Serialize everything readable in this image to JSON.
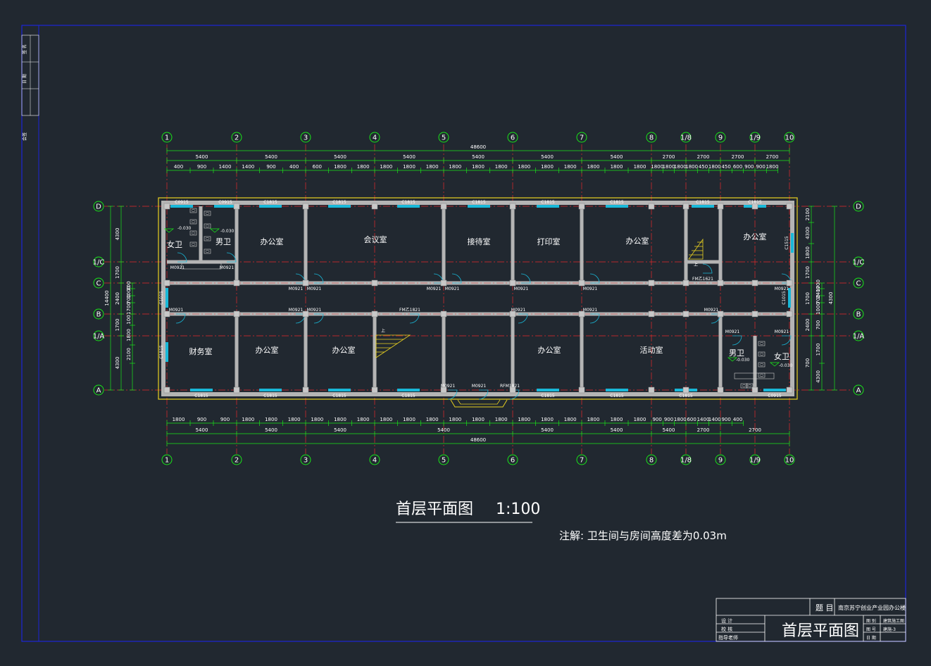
{
  "title": "首层平面图",
  "scale": "1:100",
  "note": "注解:  卫生间与房间高度差为0.03m",
  "axes": {
    "x": [
      "1",
      "2",
      "3",
      "4",
      "5",
      "6",
      "7",
      "8",
      "1/8",
      "9",
      "1/9",
      "10"
    ],
    "y": [
      "D",
      "1/C",
      "C",
      "B",
      "1/A",
      "A"
    ]
  },
  "dims": {
    "total": "48600",
    "top_row1": [
      "5400",
      "5400",
      "5400",
      "5400",
      "5400",
      "5400",
      "5400",
      "2700",
      "2700",
      "2700",
      "2700"
    ],
    "top_row2": [
      "400",
      "900",
      "1400",
      "1400",
      "900",
      "400",
      "600",
      "1800",
      "1800",
      "1800",
      "1800",
      "1800",
      "1800",
      "1800",
      "1800",
      "1800",
      "1800",
      "1800",
      "1800",
      "1800",
      "1800",
      "1800",
      "1800",
      "1800",
      "1800",
      "450",
      "1800",
      "450",
      "600",
      "900",
      "900",
      "1800"
    ],
    "bot_row1": [
      "1800",
      "900",
      "900",
      "1800",
      "1800",
      "1800",
      "1800",
      "1800",
      "1800",
      "1800",
      "1800",
      "1800",
      "1800",
      "1800",
      "1800",
      "1800",
      "1800",
      "1800",
      "1800",
      "1800",
      "1800",
      "900",
      "900",
      "1800",
      "600",
      "1400",
      "1400",
      "900",
      "400"
    ],
    "bot_row2": [
      "5400",
      "5400",
      "5400",
      "5400",
      "5400",
      "5400",
      "5400",
      "2700",
      "2700",
      "5400"
    ],
    "left_total": "14400",
    "left_segments": [
      "4300",
      "1700",
      "2400",
      "1700",
      "4300"
    ],
    "left_inner": [
      "700",
      "1000",
      "700",
      "1700",
      "100",
      "1800",
      "2100"
    ],
    "right_segments": [
      "2100",
      "4300",
      "1800",
      "1700",
      "1700",
      "2400",
      "700",
      "1000",
      "700",
      "1700",
      "4300"
    ]
  },
  "rooms": {
    "r1": "女卫",
    "r2": "男卫",
    "r3": "办公室",
    "r4": "会议室",
    "r5": "接待室",
    "r6": "打印室",
    "r7": "办公室",
    "r8": "办公室",
    "r9": "财务室",
    "r10": "办公室",
    "r11": "办公室",
    "r12": "办公室",
    "r13": "活动室",
    "r14": "男卫",
    "r15": "女卫"
  },
  "openings": {
    "windows": [
      "C0915",
      "C0915",
      "C1815",
      "C1815",
      "C1815",
      "C1815",
      "C1815",
      "C1815",
      "C1815",
      "C1815",
      "C1515",
      "C1015",
      "C1015",
      "C1815",
      "C1815",
      "C1815",
      "C1815",
      "C1815",
      "C1815",
      "C1815",
      "C1815",
      "C0915"
    ],
    "doors": [
      "M0921",
      "M0921",
      "M0921",
      "M0921",
      "M0921",
      "M0921",
      "M0921",
      "M0921",
      "FM乙1621",
      "M0921",
      "M0921",
      "M0921",
      "M0921",
      "M0921",
      "M0921",
      "M0921",
      "FM乙1821",
      "M0921",
      "M0921",
      "M0921",
      "M0921",
      "RFM1821"
    ]
  },
  "levels": [
    "-0.030",
    "-0.030",
    "-0.030",
    "-0.030"
  ],
  "stair_marks": [
    "上",
    "上"
  ],
  "title_block": {
    "subject_label": "题 目",
    "project": "南京苏宁创业产业园办公楼",
    "drawing_name": "首层平面图",
    "left_rows": [
      "设 计",
      "校 核",
      "指导老师"
    ],
    "right_rows": [
      [
        "图 别",
        "建筑施工图"
      ],
      [
        "图 号",
        "建施-3"
      ],
      [
        "日 期",
        ""
      ]
    ]
  },
  "side_stamp": [
    "会签",
    "签 名",
    "日 期"
  ],
  "colors": {
    "background": "#212830",
    "frame": "#1c25d8",
    "axis": "#19e619",
    "axis_line": "#e62a2a",
    "wall": "#b4b4b4",
    "column": "#c8c8c8",
    "window": "#18b8d8",
    "outline": "#e8d020",
    "text": "#ffffff"
  }
}
